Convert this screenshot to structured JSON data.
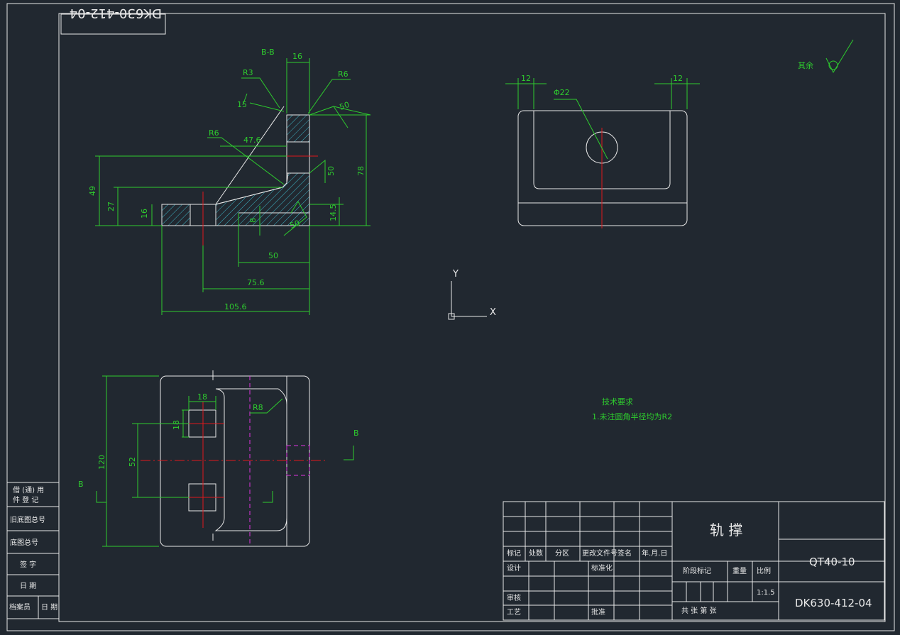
{
  "drawing_number_rotated": "DK630-412-04",
  "section_label": "B-B",
  "dims": {
    "d16_top": "16",
    "r3": "R3",
    "r6_top": "R6",
    "a15": "15",
    "r6_mid": "R6",
    "d47_6": "47.6",
    "d49": "49",
    "d27": "27",
    "d16_left": "16",
    "d8": "8",
    "d78": "78",
    "d14_5": "14.5",
    "d50": "50",
    "d75_6": "75.6",
    "d105_6": "105.6",
    "d12_left": "12",
    "d12_right": "12",
    "phi22": "Φ22",
    "d120": "120",
    "d18_w": "18",
    "d18_h": "18",
    "d52": "52",
    "r8": "R8"
  },
  "roughness": {
    "r50_a": "50",
    "r50_b": "50",
    "r50_c": "50",
    "other": "其余"
  },
  "view_marks": {
    "b_right": "B",
    "b_left": "B"
  },
  "ucs": {
    "x": "X",
    "y": "Y"
  },
  "tech": {
    "title": "技术要求",
    "line1": "1.未注圆角半径均为R2"
  },
  "side_table": {
    "row1a": "借 (通) 用",
    "row1b": "件 登 记",
    "row2": "旧底图总号",
    "row3": "底图总号",
    "row4": "签 字",
    "row5": "日 期",
    "row6a": "档案员",
    "row6b": "日 期"
  },
  "title_block": {
    "part_name": "轨 撑",
    "material": "QT40-10",
    "drawing_no": "DK630-412-04",
    "h_mark": "标记",
    "h_count": "处数",
    "h_zone": "分区",
    "h_doc": "更改文件号",
    "h_sign": "签名",
    "h_date": "年.月.日",
    "design": "设计",
    "standard": "标准化",
    "check": "审核",
    "process": "工艺",
    "approve": "批准",
    "stage": "阶段标记",
    "weight": "重量",
    "scale": "比例",
    "scale_val": "1:1.5",
    "sheets": "共 张 第 张"
  }
}
